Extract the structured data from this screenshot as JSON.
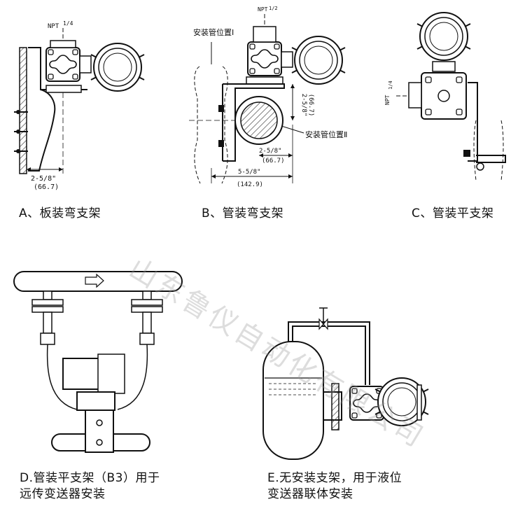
{
  "watermark": "山东鲁仪自动化有限公司",
  "panels": {
    "a": {
      "caption": "A、板装弯支架",
      "npt_label": "NPT",
      "npt_fraction": "1/4",
      "dim_inch": "2-5/8\"",
      "dim_mm": "(66.7)"
    },
    "b": {
      "caption": "B、管装弯支架",
      "npt_label": "NPT",
      "npt_fraction": "1/2",
      "pos1_label": "安装管位置Ⅰ",
      "pos2_label": "安装管位置Ⅱ",
      "dim_vert_inch": "2-5/8\"",
      "dim_vert_mm": "(66.7)",
      "dim_h_inch": "2-5/8\"",
      "dim_h_mm": "(66.7)",
      "dim_total_inch": "5-5/8\"",
      "dim_total_mm": "(142.9)"
    },
    "c": {
      "caption": "C、管装平支架",
      "npt_label": "NPT",
      "npt_fraction": "1/4"
    },
    "d": {
      "caption_line1": "D.管装平支架（B3）用于",
      "caption_line2": "远传变送器安装"
    },
    "e": {
      "caption_line1": "E.无安装支架，用于液位",
      "caption_line2": "变送器联体安装"
    }
  }
}
